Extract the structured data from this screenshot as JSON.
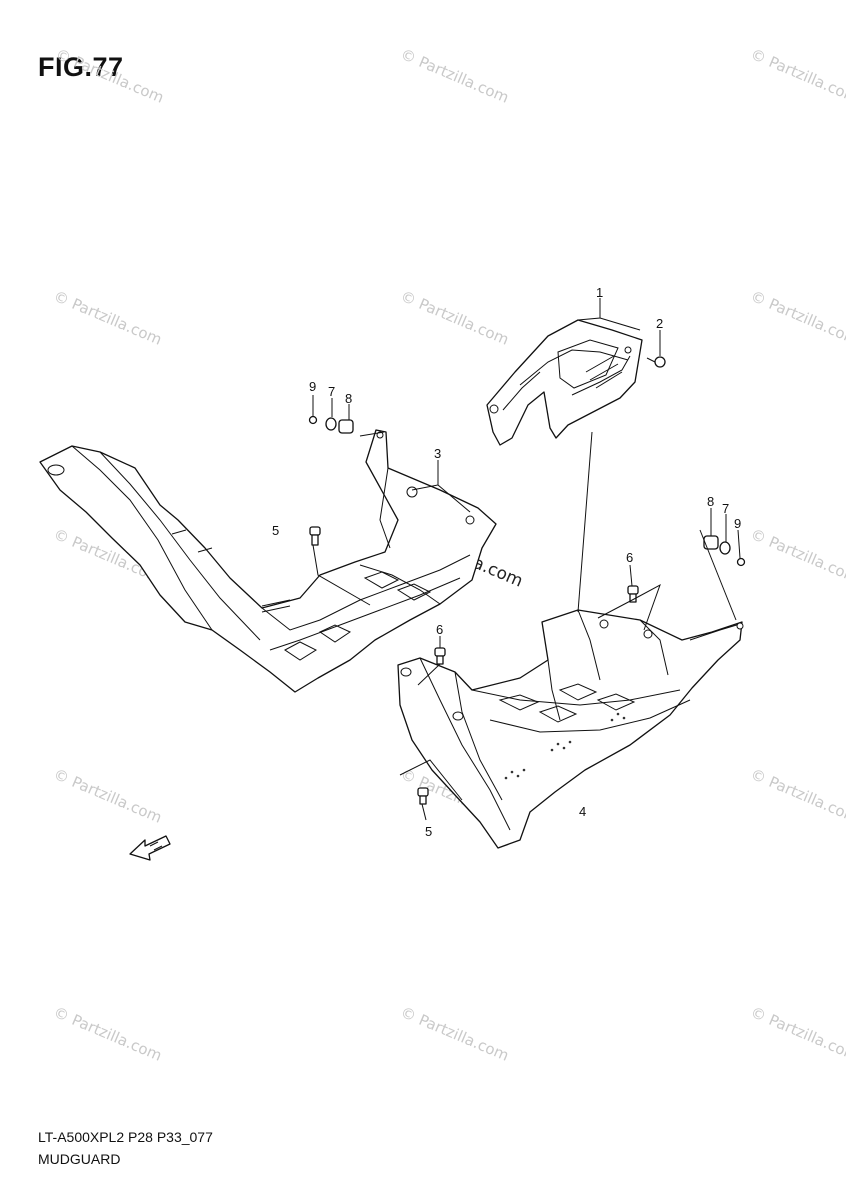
{
  "figure": {
    "title": "FIG.77"
  },
  "footer": {
    "code": "LT-A500XPL2 P28 P33_077",
    "name": "MUDGUARD"
  },
  "watermark": {
    "text": "© Partzilla.com"
  },
  "callouts": {
    "c1": "1",
    "c2": "2",
    "c3": "3",
    "c4": "4",
    "c5a": "5",
    "c5b": "5",
    "c6a": "6",
    "c6b": "6",
    "c7a": "7",
    "c7b": "7",
    "c8a": "8",
    "c8b": "8",
    "c9a": "9",
    "c9b": "9"
  },
  "direction_arrow": {
    "label": "FWD",
    "icon": "front-direction-arrow-icon"
  }
}
